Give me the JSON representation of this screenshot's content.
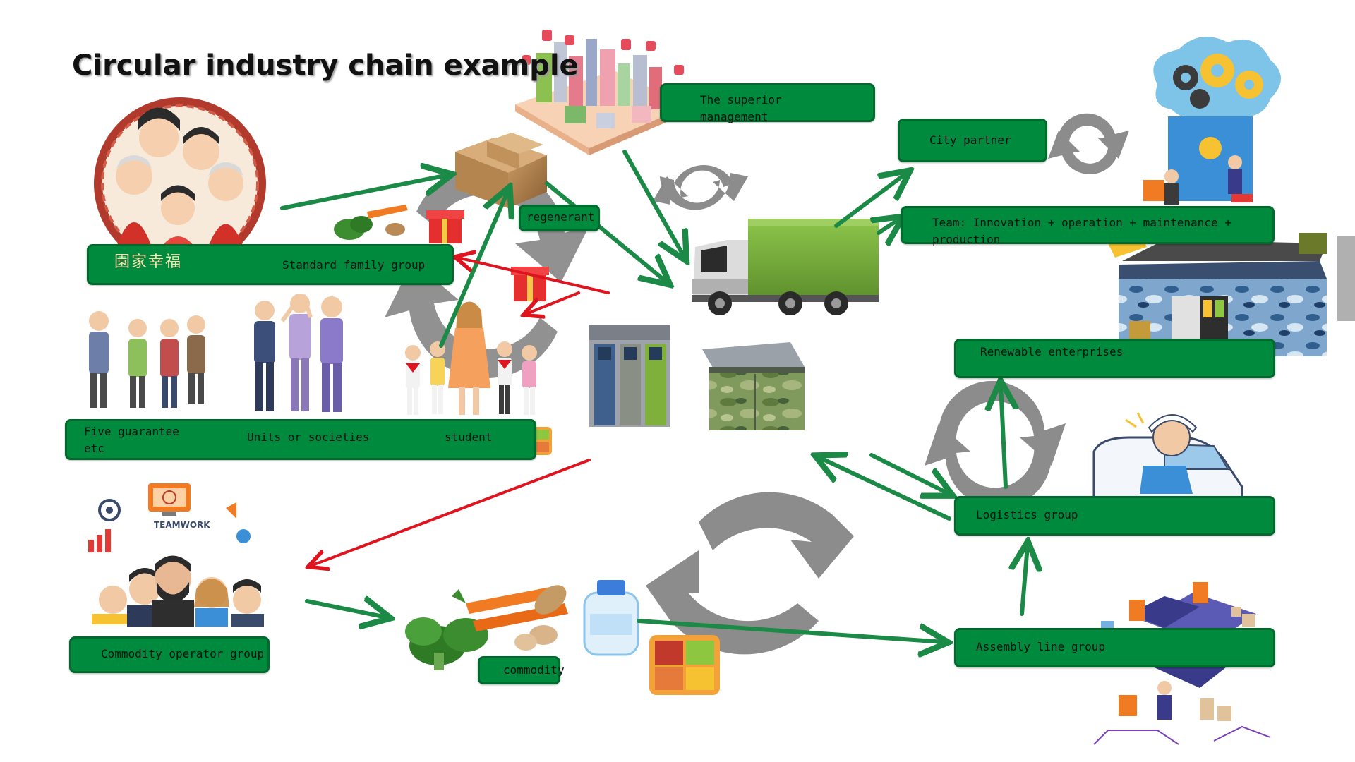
{
  "title": "Circular industry chain example",
  "labels": {
    "superior_management": "The superior management",
    "city_partner": "City partner",
    "team": "Team: Innovation + operation + maintenance + production",
    "regenerant": "regenerant",
    "standard_family": "Standard family group",
    "five_guarantee": "Five guarantee etc",
    "units": "Units or societies",
    "student": "student",
    "renewable": "Renewable enterprises",
    "logistics": "Logistics group",
    "assembly": "Assembly line group",
    "commodity_operator": "Commodity operator group",
    "commodity": "commodity"
  },
  "images": {
    "family_banner": "園家幸福",
    "teamwork": "TEAMWORK"
  },
  "icons": {
    "city": "isometric-city-icon",
    "boxes": "cardboard-boxes-icon",
    "truck": "garbage-truck-icon",
    "bins": "recycling-bins-icon",
    "camo_bin": "camouflage-bin-icon",
    "gears": "gears-brain-icon",
    "station": "recycling-station-icon",
    "courier": "courier-van-icon",
    "factory": "assembly-line-icon",
    "vegetables": "vegetables-icon",
    "water": "water-bottle-icon",
    "bento": "bento-box-icon",
    "gift": "gift-box-icon",
    "recycle": "circular-arrows-icon"
  },
  "colors": {
    "label_green": "#008a3e",
    "flow_green": "#1b8a46",
    "flow_red": "#e0141e",
    "cycle_gray": "#8c8c8c"
  }
}
